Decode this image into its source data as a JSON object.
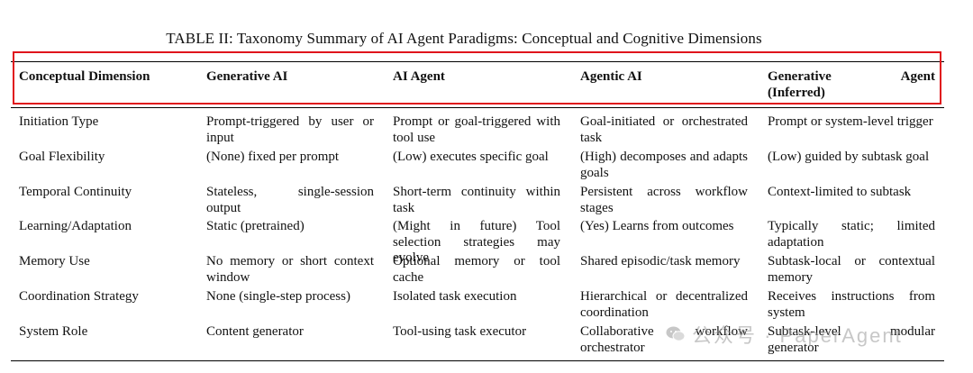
{
  "caption": "TABLE II: Taxonomy Summary of AI Agent Paradigms: Conceptual and Cognitive Dimensions",
  "headers": [
    "Conceptual Dimension",
    "Generative AI",
    "AI Agent",
    "Agentic AI",
    "Generative Agent (Inferred)"
  ],
  "rows": [
    [
      "Initiation Type",
      "Prompt-triggered by user or input",
      "Prompt or goal-triggered with tool use",
      "Goal-initiated or orchestrated task",
      "Prompt or system-level trigger"
    ],
    [
      "Goal Flexibility",
      "(None) fixed per prompt",
      "(Low) executes specific goal",
      "(High) decomposes and adapts goals",
      "(Low) guided by subtask goal"
    ],
    [
      "Temporal Continuity",
      "Stateless, single-session output",
      "Short-term continuity within task",
      "Persistent across workflow stages",
      "Context-limited to subtask"
    ],
    [
      "Learning/Adaptation",
      "Static (pretrained)",
      "(Might in future) Tool selection strategies may evolve",
      "(Yes) Learns from outcomes",
      "Typically static; limited adaptation"
    ],
    [
      "Memory Use",
      "No memory or short context window",
      "Optional memory or tool cache",
      "Shared episodic/task memory",
      "Subtask-local or contextual memory"
    ],
    [
      "Coordination Strategy",
      "None (single-step process)",
      "Isolated task execution",
      "Hierarchical or decentralized coordination",
      "Receives instructions from system"
    ],
    [
      "System Role",
      "Content generator",
      "Tool-using task executor",
      "Collaborative workflow orchestrator",
      "Subtask-level modular generator"
    ]
  ],
  "watermark": "公众号 · PaperAgent",
  "highlight_color": "#e0141c"
}
